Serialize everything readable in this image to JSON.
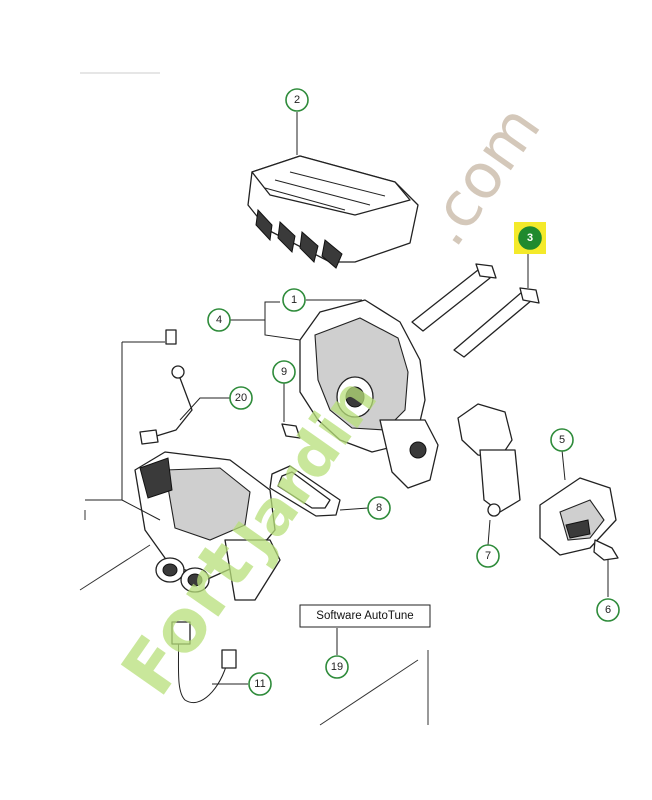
{
  "callouts": [
    {
      "id": "c1",
      "number": "1"
    },
    {
      "id": "c2",
      "number": "2"
    },
    {
      "id": "c3",
      "number": "3",
      "highlighted": true
    },
    {
      "id": "c4",
      "number": "4"
    },
    {
      "id": "c5",
      "number": "5"
    },
    {
      "id": "c6",
      "number": "6"
    },
    {
      "id": "c7",
      "number": "7"
    },
    {
      "id": "c8",
      "number": "8"
    },
    {
      "id": "c9",
      "number": "9"
    },
    {
      "id": "c11",
      "number": "11"
    },
    {
      "id": "c19",
      "number": "19"
    },
    {
      "id": "c20",
      "number": "20"
    }
  ],
  "software_label": "Software AutoTune",
  "watermark": {
    "brand_part": "Fort",
    "brand_mid": "Jardin",
    "domain": ".com"
  },
  "colors": {
    "callout_ring": "#2e8b3a",
    "highlight_bg": "#f4ea2a",
    "highlight_fill": "#1f8a2e",
    "watermark_green": "#b8e07a",
    "watermark_grey": "#cdbfae"
  }
}
